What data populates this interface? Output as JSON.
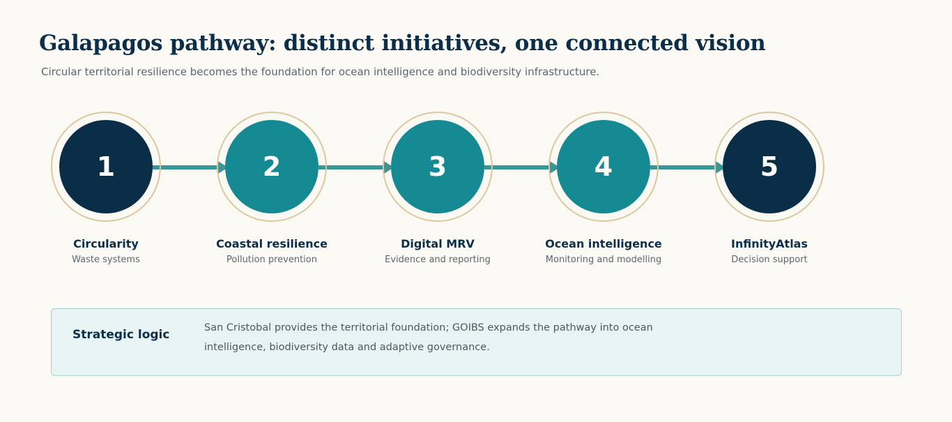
{
  "header": {
    "title": "Galapagos pathway: distinct initiatives, one connected vision",
    "subtitle": "Circular territorial resilience becomes the foundation for ocean intelligence and biodiversity infrastructure."
  },
  "colors": {
    "background": "#fbf9f4",
    "navy": "#0a2e48",
    "teal": "#168a93",
    "connector": "#3a9596",
    "ring": "#dcc79f",
    "panel": "#e8f4f4"
  },
  "steps": [
    {
      "number": "1",
      "label": "Circularity",
      "sublabel": "Waste systems",
      "tone": "dark"
    },
    {
      "number": "2",
      "label": "Coastal resilience",
      "sublabel": "Pollution prevention",
      "tone": "teal"
    },
    {
      "number": "3",
      "label": "Digital MRV",
      "sublabel": "Evidence and reporting",
      "tone": "teal"
    },
    {
      "number": "4",
      "label": "Ocean intelligence",
      "sublabel": "Monitoring and modelling",
      "tone": "teal"
    },
    {
      "number": "5",
      "label": "InfinityAtlas",
      "sublabel": "Decision support",
      "tone": "dark"
    }
  ],
  "strategic": {
    "label": "Strategic logic",
    "text": "San Cristobal provides the territorial foundation; GOIBS expands the pathway into ocean intelligence, biodiversity data and adaptive governance."
  }
}
